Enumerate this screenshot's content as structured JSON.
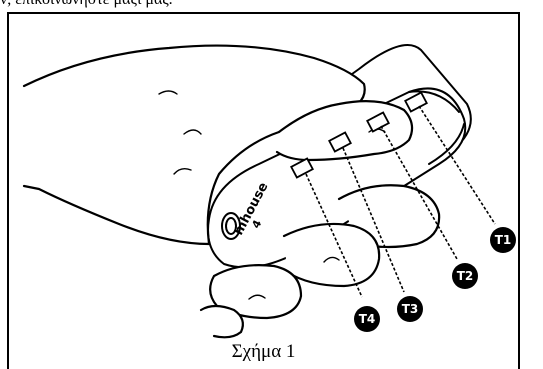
{
  "intro": {
    "text": "ν, επικοινωνήστε μαζί μας."
  },
  "figure": {
    "device_brand": "mhouse",
    "device_model": "4",
    "callouts": [
      "T1",
      "T2",
      "T3",
      "T4"
    ],
    "caption": "Σχήμα 1"
  },
  "colors": {
    "ink": "#000000",
    "paper": "#ffffff"
  }
}
